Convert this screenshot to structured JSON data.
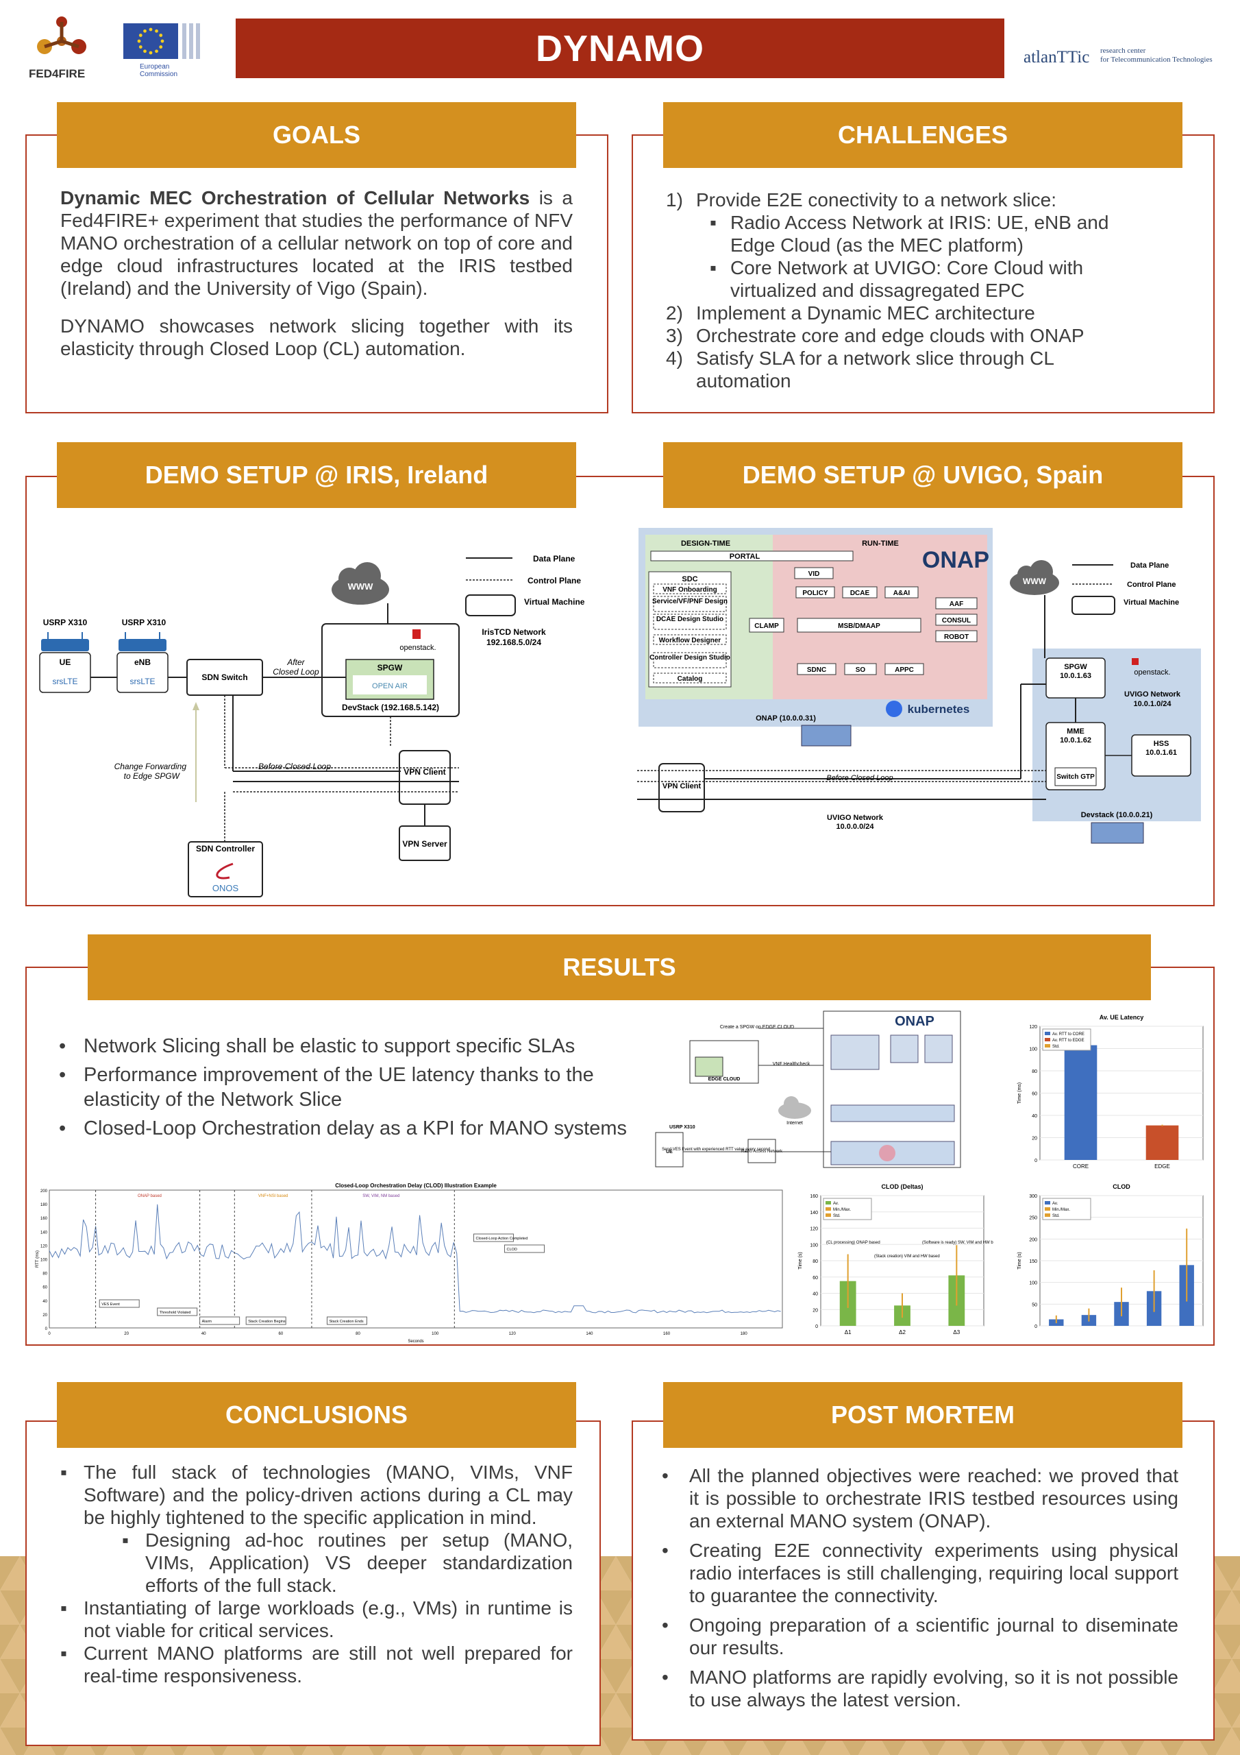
{
  "header": {
    "title": "DYNAMO",
    "fed4fire_label": "FED4FIRE",
    "ec_label_1": "European",
    "ec_label_2": "Commission",
    "atlanttic_name": "atlanTTic",
    "atlanttic_sub_1": "research center",
    "atlanttic_sub_2": "for Telecommunication Technologies"
  },
  "goals": {
    "title": "GOALS",
    "p1_bold": "Dynamic MEC Orchestration of Cellular Networks",
    "p1_rest": " is a Fed4FIRE+ experiment that studies the performance of NFV MANO orchestration of a cellular network on top of core and edge cloud infrastructures located at the IRIS testbed (Ireland) and the University of Vigo (Spain).",
    "p2": "DYNAMO showcases network slicing together with its elasticity through Closed Loop (CL) automation."
  },
  "challenges": {
    "title": "CHALLENGES",
    "items": [
      {
        "num": "1)",
        "text": "Provide E2E conectivity to a network slice:"
      },
      {
        "num": "2)",
        "text": "Implement a Dynamic MEC architecture"
      },
      {
        "num": "3)",
        "text": "Orchestrate core and edge clouds with ONAP"
      },
      {
        "num": "4)",
        "text": "Satisfy SLA for a network slice through CL automation"
      }
    ],
    "sub": [
      "Radio Access Network at IRIS: UE, eNB and Edge Cloud (as the MEC platform)",
      "Core Network at UVIGO: Core Cloud with virtualized and dissagregated EPC"
    ]
  },
  "demo_iris": {
    "title": "DEMO SETUP @ IRIS, Ireland",
    "legend": [
      "Data Plane",
      "Control Plane",
      "Virtual Machine"
    ],
    "usrp1": "USRP X310",
    "usrp2": "USRP X310",
    "ue": "UE",
    "enb": "eNB",
    "srslte": "srsLTE",
    "sdn_switch": "SDN Switch",
    "after_cl_1": "After",
    "after_cl_2": "Closed Loop",
    "www": "WWW",
    "openstack": "openstack.",
    "spgw": "SPGW",
    "openair": "OPEN AIR",
    "devstack": "DevStack (192.168.5.142)",
    "iris_net_1": "IrisTCD Network",
    "iris_net_2": "192.168.5.0/24",
    "change_fw_1": "Change Forwarding",
    "change_fw_2": "to Edge SPGW",
    "before_cl": "Before Closed Loop",
    "vpn_client": "VPN Client",
    "vpn_server": "VPN Server",
    "sdn_controller": "SDN Controller",
    "onos": "ONOS"
  },
  "demo_uvigo": {
    "title": "DEMO SETUP @ UVIGO, Spain",
    "design_time": "DESIGN-TIME",
    "run_time": "RUN-TIME",
    "portal": "PORTAL",
    "sdc": "SDC",
    "sdc_items": [
      "VNF Onboarding",
      "Service/VF/PNF Design",
      "DCAE Design Studio",
      "Workflow Designer",
      "Controller Design Studio",
      "Catalog"
    ],
    "onap": "ONAP",
    "vid": "VID",
    "policy": "POLICY",
    "dcae": "DCAE",
    "aai": "A&AI",
    "aaf": "AAF",
    "consul": "CONSUL",
    "robot": "ROBOT",
    "clamp": "CLAMP",
    "msb": "MSB/DMAAP",
    "sdnc": "SDNC",
    "so": "SO",
    "appc": "APPC",
    "kubernetes": "kubernetes",
    "onap_ip": "ONAP (10.0.0.31)",
    "legend": [
      "Data Plane",
      "Control Plane",
      "Virtual Machine"
    ],
    "www": "WWW",
    "spgw": "SPGW",
    "spgw_ip": "10.0.1.63",
    "openstack": "openstack.",
    "uvigo_net_1": "UVIGO Network",
    "uvigo_net_2": "10.0.1.0/24",
    "mme": "MME",
    "mme_ip": "10.0.1.62",
    "hss": "HSS",
    "hss_ip": "10.0.1.61",
    "switch_gtp": "Switch GTP",
    "vpn_client": "VPN Client",
    "before_cl": "Before Closed Loop",
    "uvigo_net_b1": "UVIGO Network",
    "uvigo_net_b2": "10.0.0.0/24",
    "devstack": "Devstack (10.0.0.21)"
  },
  "results": {
    "title": "RESULTS",
    "bullets": [
      "Network Slicing shall be elastic to support specific SLAs",
      "Performance improvement of the UE latency thanks to the elasticity of the Network Slice",
      "Closed-Loop Orchestration delay as a KPI for MANO systems"
    ],
    "arch": {
      "create_spgw": "Create a SPGW on EDGE CLOUD",
      "vnf_health": "VNF Healthcheck",
      "edge_cloud": "EDGE CLOUD",
      "internet": "Internet",
      "usrp": "USRP X310",
      "ue": "UE",
      "send_ves": "Send VES Event with experienced RTT value every second",
      "ran": "Radio Access Network",
      "onap": "ONAP"
    },
    "latency_chart_data": {
      "type": "bar",
      "title": "Av. UE Latency",
      "ylabel": "Time (ms)",
      "categories": [
        "CORE",
        "EDGE"
      ],
      "values": [
        103,
        31
      ],
      "colors": [
        "#3f6fbf",
        "#c8502a"
      ],
      "legend": [
        "Av. RTT to CORE",
        "Av. RTT to EDGE",
        "Std."
      ],
      "ylim": [
        0,
        120
      ],
      "yticks": [
        0,
        20,
        40,
        60,
        80,
        100,
        120
      ]
    },
    "clod_chart_data": {
      "type": "line",
      "title": "Closed-Loop Orchestration Delay (CLOD) Illustration Example",
      "xlabel": "Seconds",
      "ylabel": "RTT (ms)",
      "xlim": [
        0,
        190
      ],
      "ylim": [
        0,
        200
      ],
      "xticks": [
        0,
        20,
        40,
        60,
        80,
        100,
        120,
        140,
        160,
        180
      ],
      "yticks": [
        0,
        20,
        40,
        60,
        80,
        100,
        120,
        140,
        160,
        180,
        200
      ],
      "labels": [
        "ONAP based",
        "VNF+NSI based",
        "SW, VIM, NM based",
        "VES Event",
        "Threshold Violated",
        "Alarm",
        "Stack Creation Begins",
        "Stack Creation Ends",
        "Closed-Loop Action Completed",
        "CLOD"
      ]
    },
    "clod_deltas_chart_data": {
      "type": "bar",
      "title": "CLOD (Deltas)",
      "ylabel": "Time (s)",
      "categories": [
        "Δ1",
        "Δ2",
        "Δ3"
      ],
      "values": [
        55,
        25,
        62
      ],
      "ylim": [
        0,
        160
      ],
      "yticks": [
        0,
        20,
        40,
        60,
        80,
        100,
        120,
        140,
        160
      ],
      "legend": [
        "Av.",
        "Min./Max.",
        "Std."
      ],
      "annotations": [
        "(CL processing) ONAP based",
        "(Stack creation) VIM and HW based",
        "(Software is ready) SW, VIM and HW based"
      ]
    },
    "clod_chart2_data": {
      "type": "bar",
      "title": "CLOD",
      "ylabel": "Time (s)",
      "values": [
        15,
        25,
        55,
        80,
        140
      ],
      "ylim": [
        0,
        300
      ],
      "yticks": [
        0,
        50,
        100,
        150,
        200,
        250,
        300
      ],
      "legend": [
        "Av.",
        "Min./Max.",
        "Std."
      ]
    }
  },
  "conclusions": {
    "title": "CONCLUSIONS",
    "items": [
      "The full stack of technologies (MANO, VIMs, VNF Software) and the policy-driven actions during a CL may be highly tightened to the specific application in mind.",
      "Instantiating of large workloads (e.g., VMs) in runtime is not viable for critical services.",
      "Current MANO platforms are still not well prepared for real-time responsiveness."
    ],
    "sub": "Designing ad-hoc routines per setup (MANO, VIMs, Application) VS deeper standardization efforts of the full stack."
  },
  "post_mortem": {
    "title": "POST MORTEM",
    "items": [
      "All the planned objectives were reached: we proved that it is possible to orchestrate IRIS testbed resources using an external MANO system (ONAP).",
      "Creating E2E connectivity experiments using physical radio interfaces is still challenging, requiring local support to guarantee the connectivity.",
      "Ongoing preparation of a scientific journal to diseminate our results.",
      "MANO platforms are rapidly evolving, so it is not possible to use always the latest version."
    ]
  },
  "colors": {
    "title_red": "#a52a14",
    "section_orange": "#d4901f",
    "border_red": "#b33a22"
  }
}
